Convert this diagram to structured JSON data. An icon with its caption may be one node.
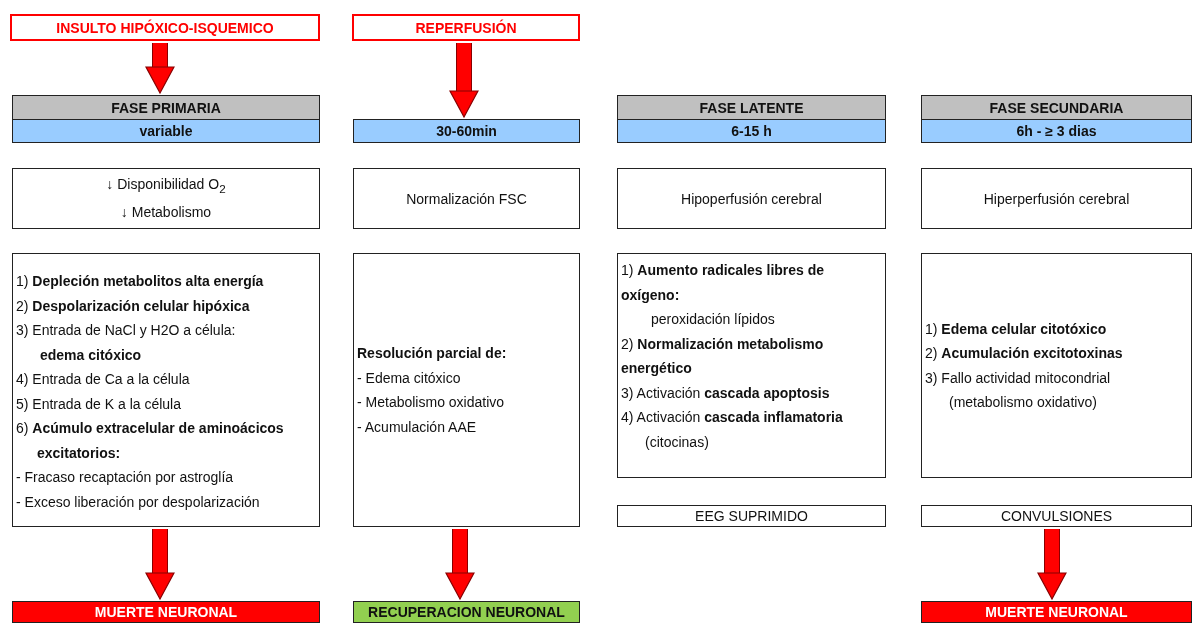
{
  "diagram": {
    "nodes": [
      {
        "text": [
          "INSULTO HIPÓXICO-ISQUEMICO"
        ]
      },
      {
        "text": [
          "REPERFUSIÓN"
        ]
      },
      {
        "text": [
          "FASE PRIMARIA"
        ]
      },
      {
        "text": [
          "variable"
        ]
      },
      {
        "text": [
          "30-60min"
        ]
      },
      {
        "text": [
          "FASE LATENTE"
        ]
      },
      {
        "text": [
          "6-15 h"
        ]
      },
      {
        "text": [
          "FASE SECUNDARIA"
        ]
      },
      {
        "text": [
          "6h - ≥ 3 dias"
        ]
      },
      {
        "text": [
          "↓ Disponibilidad O$_{2}$",
          "↓ Metabolismo"
        ]
      },
      {
        "text": [
          "Normalización FSC"
        ]
      },
      {
        "text": [
          "Hipoperfusión cerebral"
        ]
      },
      {
        "text": [
          "Hiperperfusión cerebral"
        ]
      },
      {
        "text": [
          "1) **Depleción metabolitos alta energía**",
          "2) **Despolarización celular hipóxica**",
          "3) Entrada de NaCl y H2O a célula:",
          "**edema citóxico**",
          "4) Entrada de Ca a la célula",
          "5) Entrada de K a la célula",
          "6) **Acúmulo extracelular de aminoácicos excitatorios:**",
          "- Fracaso recaptación por astroglía",
          "- Exceso liberación por despolarización"
        ]
      },
      {
        "text": [
          "Resolución parcial de:",
          "- Edema citóxico",
          "- Metabolismo oxidativo",
          "- Acumulación AAE"
        ]
      },
      {
        "text": [
          "1) **Aumento radicales libres de oxígeno:**",
          "peroxidación lípidos",
          "2) **Normalización metabolismo energético**",
          "3) Activación **cascada apoptosis**",
          "4) Activación **cascada inflamatoria**",
          "(citocinas)"
        ]
      },
      {
        "text": [
          "1) **Edema celular citotóxico**",
          "2) **Acumulación excitotoxinas**",
          "3) Fallo actividad mitocondrial",
          "(metabolismo oxidativo)"
        ]
      },
      {
        "text": [
          "EEG SUPRIMIDO"
        ]
      },
      {
        "text": [
          "CONVULSIONES"
        ]
      },
      {
        "text": [
          "MUERTE NEURONAL"
        ]
      },
      {
        "text": [
          "RECUPERACION NEURONAL"
        ]
      },
      {
        "text": [
          "MUERTE NEURONAL"
        ]
      }
    ],
    "edges": [
      {
        "from": 0,
        "to": 2,
        "arrow": "to"
      },
      {
        "from": 1,
        "to": 4,
        "arrow": "to"
      },
      {
        "from": 13,
        "to": 19,
        "arrow": "to"
      },
      {
        "from": 14,
        "to": 20,
        "arrow": "to"
      },
      {
        "from": 18,
        "to": 21,
        "arrow": "to"
      }
    ]
  }
}
